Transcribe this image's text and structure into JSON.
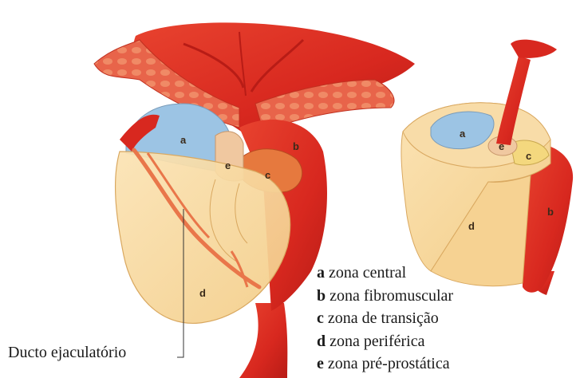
{
  "figure": {
    "left_view_labels": [
      "a",
      "b",
      "c",
      "d",
      "e"
    ],
    "right_view_labels": [
      "a",
      "b",
      "c",
      "d",
      "e"
    ]
  },
  "legend": [
    {
      "letter": "a",
      "text": "zona central"
    },
    {
      "letter": "b",
      "text": "zona fibromuscular"
    },
    {
      "letter": "c",
      "text": "zona de transição"
    },
    {
      "letter": "d",
      "text": "zona periférica"
    },
    {
      "letter": "e",
      "text": "zona pré-prostática"
    }
  ],
  "caption": {
    "duct_label": "Ducto ejaculatório"
  },
  "colors": {
    "muscle_red": "#d8281f",
    "dark_red": "#b81c16",
    "central_zone_blue": "#9cc4e4",
    "peripheral_zone_yellow": "#f7d89a",
    "transition_zone_yellow": "#f4d87e",
    "preprostatic_beige": "#f0c8a0"
  }
}
